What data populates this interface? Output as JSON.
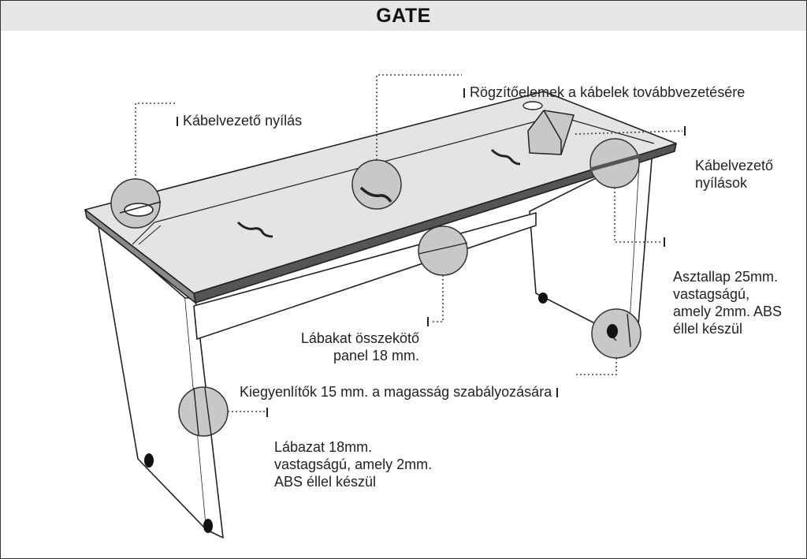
{
  "header": {
    "title": "GATE"
  },
  "callouts": {
    "cable_opening": "Kábelvezető nyílás",
    "cable_clips": "Rögzítőelemek a kábelek továbbvezetésére",
    "cable_openings": "Kábelvezető\nnyílások",
    "desktop": "Asztallap 25mm.\nvastagságú,\namely 2mm. ABS\néllel készül",
    "connecting_panel": "Lábakat összekötő\npanel 18 mm.",
    "levelers": "Kiegyenlítők 15 mm. a magasság szabályozására",
    "legs": "Lábazat 18mm.\nvastagságú, amely 2mm.\nABS éllel készül"
  },
  "colors": {
    "magnifier_fill": "#c8c8c8",
    "top_fill": "#e4e4e4",
    "edge_dark": "#555555"
  }
}
